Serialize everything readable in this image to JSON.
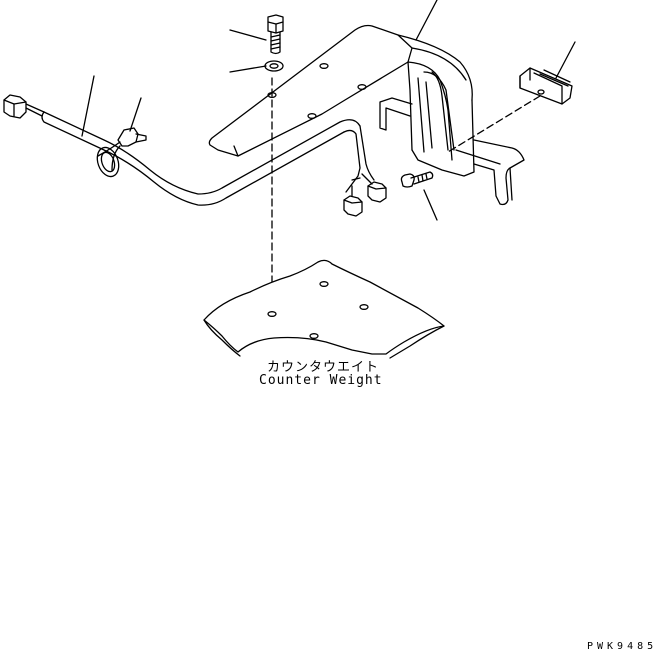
{
  "labels": {
    "counterweight_jp": "カウンタウエイト",
    "counterweight_en": "Counter Weight"
  },
  "drawing_code": "PWK9485",
  "icons": [
    "bolt-icon",
    "washer-icon",
    "bracket-icon",
    "wiring-harness-icon",
    "clamp-icon",
    "connector-icon",
    "rubber-block-icon",
    "counterweight-plate-icon"
  ]
}
